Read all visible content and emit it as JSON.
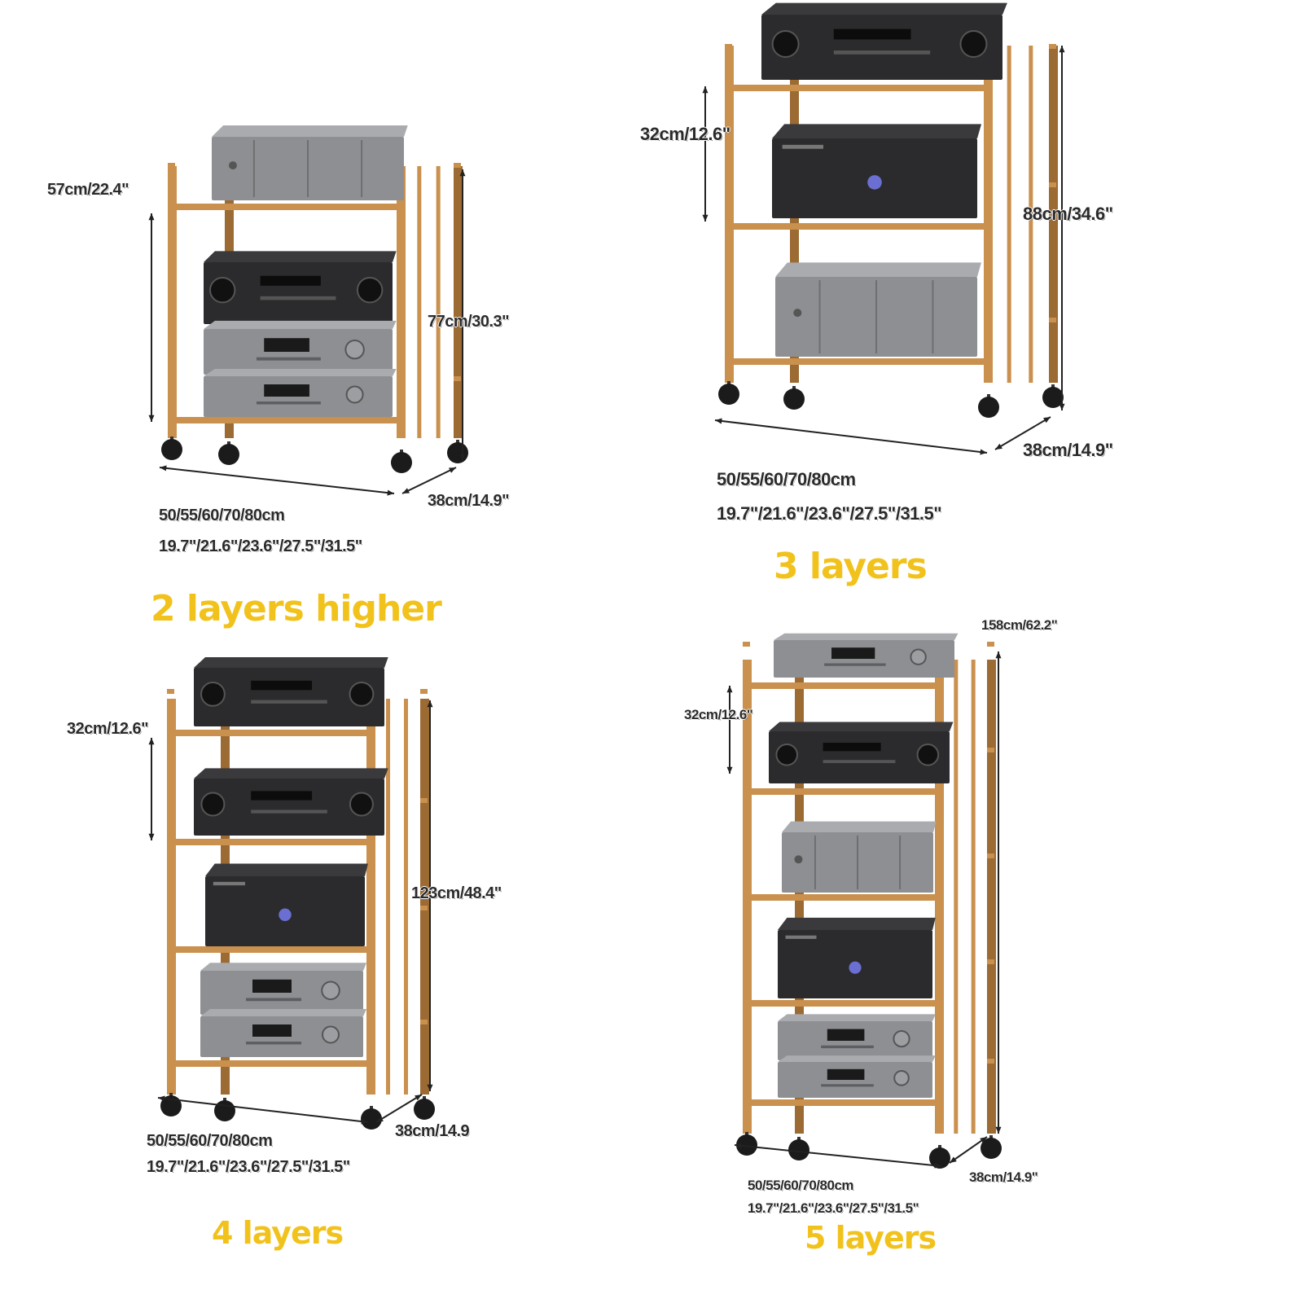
{
  "colors": {
    "wood": "#c9904e",
    "wood_light": "#e2bd86",
    "wood_dark": "#9c6a33",
    "unit_black": "#2b2b2d",
    "unit_silver": "#8d8f92",
    "caster": "#1b1b1b",
    "title": "#f2c21c"
  },
  "panels": [
    {
      "title": "2 layers higher",
      "shelves": 2,
      "height_label": "77cm/30.3\"",
      "gap_label": "57cm/22.4\"",
      "depth_label": "38cm/14.9\"",
      "width_cm": "50/55/60/70/80cm",
      "width_in": "19.7\"/21.6\"/23.6\"/27.5\"/31.5\"",
      "devices": [
        "amplifier-silver",
        "av-receiver-black",
        "cd-player-silver",
        "cd-player-silver"
      ]
    },
    {
      "title": "3 layers",
      "shelves": 3,
      "height_label": "88cm/34.6\"",
      "gap_label": "32cm/12.6\"",
      "depth_label": "38cm/14.9\"",
      "width_cm": "50/55/60/70/80cm",
      "width_in": "19.7\"/21.6\"/23.6\"/27.5\"/31.5\"",
      "devices": [
        "av-receiver-black",
        "power-amp-black",
        "amplifier-silver"
      ]
    },
    {
      "title": "4 layers",
      "shelves": 4,
      "height_label": "123cm/48.4\"",
      "gap_label": "32cm/12.6\"",
      "depth_label": "38cm/14.9",
      "width_cm": "50/55/60/70/80cm",
      "width_in": "19.7\"/21.6\"/23.6\"/27.5\"/31.5\"",
      "devices": [
        "av-receiver-black",
        "av-receiver-black",
        "power-amp-black",
        "cd-player-silver",
        "cd-player-silver"
      ]
    },
    {
      "title": "5 layers",
      "shelves": 5,
      "height_label": "158cm/62.2\"",
      "gap_label": "32cm/12.6\"",
      "depth_label": "38cm/14.9\"",
      "width_cm": "50/55/60/70/80cm",
      "width_in": "19.7\"/21.6\"/23.6\"/27.5\"/31.5\"",
      "devices": [
        "cd-player-silver",
        "av-receiver-black",
        "amplifier-silver",
        "power-amp-black",
        "cd-player-silver",
        "cd-player-silver"
      ]
    }
  ]
}
